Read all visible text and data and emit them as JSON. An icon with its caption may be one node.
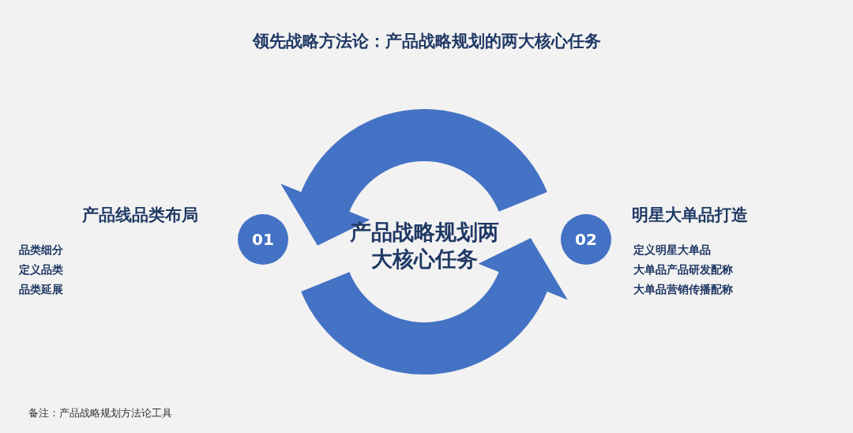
{
  "diagram": {
    "title": "领先战略方法论：产品战略规划的两大核心任务",
    "nodes": [
      {
        "text": [
          "01"
        ]
      },
      {
        "text": [
          "02"
        ]
      }
    ],
    "edges": [],
    "labels": [
      "产品线品类布局",
      "品类细分",
      "定义品类",
      "品类延展",
      "产品战略规划两大核心任务",
      "明星大单品打造",
      "定义明星大单品",
      "大单品产品研发配称",
      "大单品营销传播配称",
      "备注：产品战略规划方法论工具"
    ]
  }
}
